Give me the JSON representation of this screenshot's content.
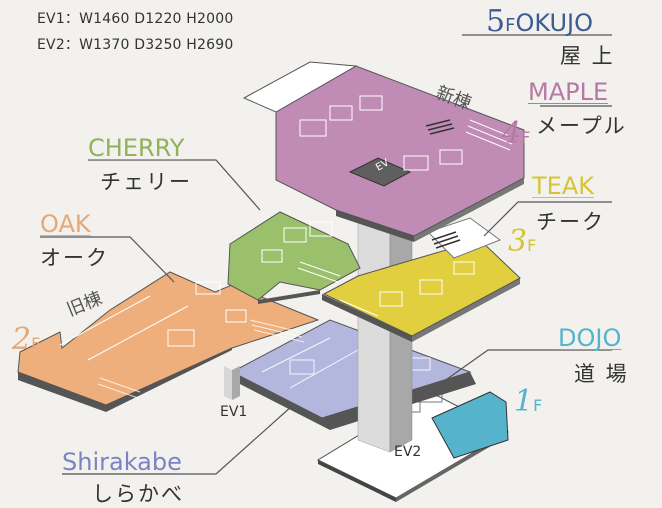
{
  "specs": {
    "ev1": "EV1：W1460 D1220 H2000",
    "ev2": "EV2：W1370 D3250 H2690"
  },
  "floors": {
    "f5": {
      "num": "5",
      "suffix": "F",
      "en": "OKUJO",
      "ja": "屋 上",
      "color": "#3e5b93"
    },
    "f4": {
      "num": "4",
      "suffix": "F",
      "en": "MAPLE",
      "ja": "メープル",
      "annex": "新棟",
      "color": "#b57aa4"
    },
    "f3": {
      "num": "3",
      "suffix": "F",
      "en": "TEAK",
      "ja": "チーク",
      "color": "#d6c434"
    },
    "f2": {
      "num": "2",
      "suffix": "F",
      "en": "OAK",
      "ja": "オーク",
      "annex": "旧棟",
      "color": "#e7a874"
    },
    "cherry": {
      "en": "CHERRY",
      "ja": "チェリー",
      "color": "#8fb35a"
    },
    "f1": {
      "num": "1",
      "suffix": "F",
      "en": "DOJO",
      "ja": "道 場",
      "color": "#55b3cc"
    },
    "shirakabe": {
      "en": "Shirakabe",
      "ja": "しらかべ",
      "color": "#7b83c2"
    }
  },
  "elevators": {
    "ev1": "EV1",
    "ev2": "EV2",
    "ev2_plate": "EV"
  }
}
